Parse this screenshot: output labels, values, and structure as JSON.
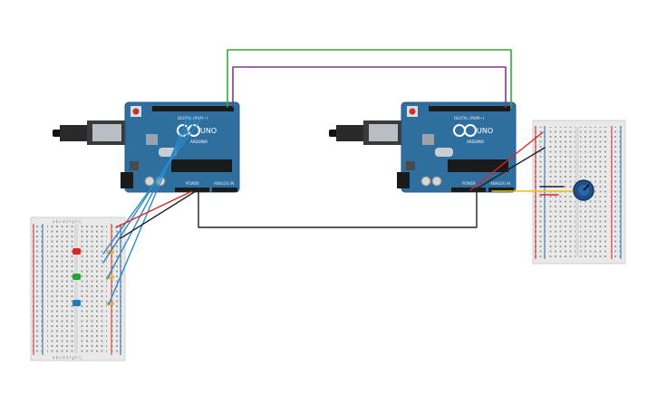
{
  "boards": {
    "left": {
      "brand": "UNO",
      "logo_text": "ARDUINO",
      "digital_label": "DIGITAL (PWM~)",
      "power_label": "POWER",
      "analog_label": "ANALOG IN"
    },
    "right": {
      "brand": "UNO",
      "logo_text": "ARDUINO",
      "digital_label": "DIGITAL (PWM~)",
      "power_label": "POWER",
      "analog_label": "ANALOG IN"
    }
  },
  "breadboard_left": {
    "col_letters": "a b c d e   f g h i j"
  },
  "colors": {
    "board": "#2f6fa0",
    "wire_green": "#3aa53a",
    "wire_purple": "#7a3a8a",
    "wire_black": "#222222",
    "wire_blue": "#2a8ac8",
    "wire_red": "#d8262b",
    "wire_yellow": "#e8c21a",
    "led_red": "#d8262b",
    "led_green": "#23a23a",
    "led_blue": "#1f7bb0"
  },
  "icons": [
    "usb-connector-icon",
    "power-jack-icon",
    "potentiometer-icon",
    "led-icon",
    "resistor-icon"
  ]
}
